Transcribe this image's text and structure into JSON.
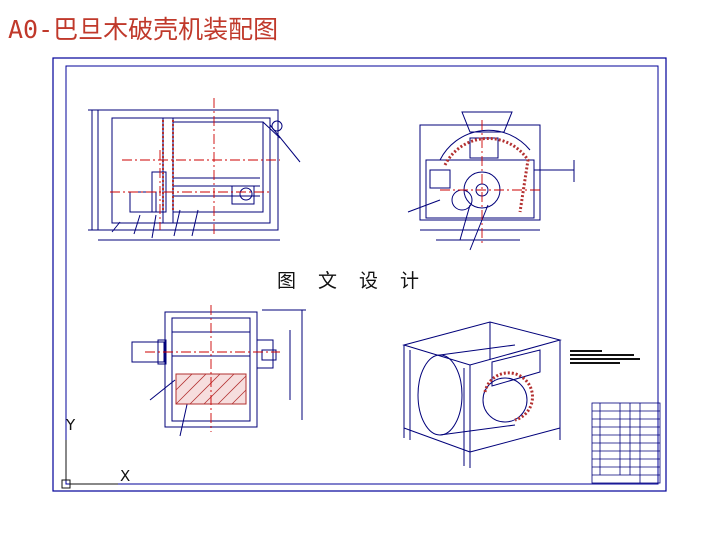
{
  "title": "A0-巴旦木破壳机装配图",
  "watermark": "图 文 设 计",
  "ucs": {
    "y_label": "Y",
    "x_label": "X"
  },
  "colors": {
    "title": "#c0392b",
    "frame": "#000099",
    "line": "#00007a",
    "red": "#cc0000",
    "hatch": "#b33030"
  }
}
